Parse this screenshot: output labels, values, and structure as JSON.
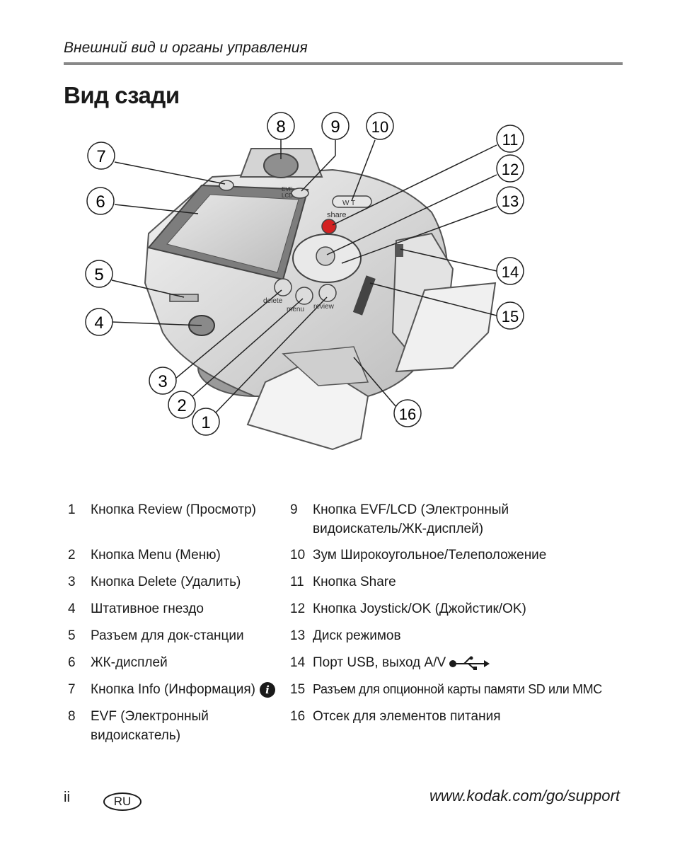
{
  "header": {
    "section_title": "Внешний вид и органы управления"
  },
  "page_title": "Вид сзади",
  "callout_numbers": [
    "1",
    "2",
    "3",
    "4",
    "5",
    "6",
    "7",
    "8",
    "9",
    "10",
    "11",
    "12",
    "13",
    "14",
    "15",
    "16"
  ],
  "camera_labels": {
    "share": "share",
    "evf_lcd_top": "EVF",
    "evf_lcd_bottom": "LCD",
    "delete": "delete",
    "menu": "menu",
    "review": "review",
    "zoom": "W T"
  },
  "legend_left": [
    {
      "num": "1",
      "text": "Кнопка Review (Просмотр)"
    },
    {
      "num": "2",
      "text": "Кнопка Menu (Меню)"
    },
    {
      "num": "3",
      "text": "Кнопка Delete (Удалить)"
    },
    {
      "num": "4",
      "text": "Штативное гнездо"
    },
    {
      "num": "5",
      "text": "Разъем для док-станции"
    },
    {
      "num": "6",
      "text": "ЖК-дисплей"
    },
    {
      "num": "7",
      "text": "Кнопка Info (Информация)",
      "icon": "info-icon"
    },
    {
      "num": "8",
      "text": "EVF (Электронный видоискатель)"
    }
  ],
  "legend_right": [
    {
      "num": "9",
      "text": "Кнопка EVF/LCD (Электронный видоискатель/ЖК-дисплей)"
    },
    {
      "num": "10",
      "text": "Зум Широкоугольное/Телеположение"
    },
    {
      "num": "11",
      "text": "Кнопка Share"
    },
    {
      "num": "12",
      "text": "Кнопка Joystick/OK (Джойстик/OK)"
    },
    {
      "num": "13",
      "text": "Диск режимов"
    },
    {
      "num": "14",
      "text": "Порт USB, выход A/V",
      "icon": "usb-icon"
    },
    {
      "num": "15",
      "text": "Разъем для опционной карты памяти SD или MMC"
    },
    {
      "num": "16",
      "text": "Отсек для элементов питания"
    }
  ],
  "footer": {
    "page_number": "ii",
    "language_badge": "RU",
    "url": "www.kodak.com/go/support"
  },
  "colors": {
    "share_button": "#d32020",
    "rule": "#888888"
  }
}
